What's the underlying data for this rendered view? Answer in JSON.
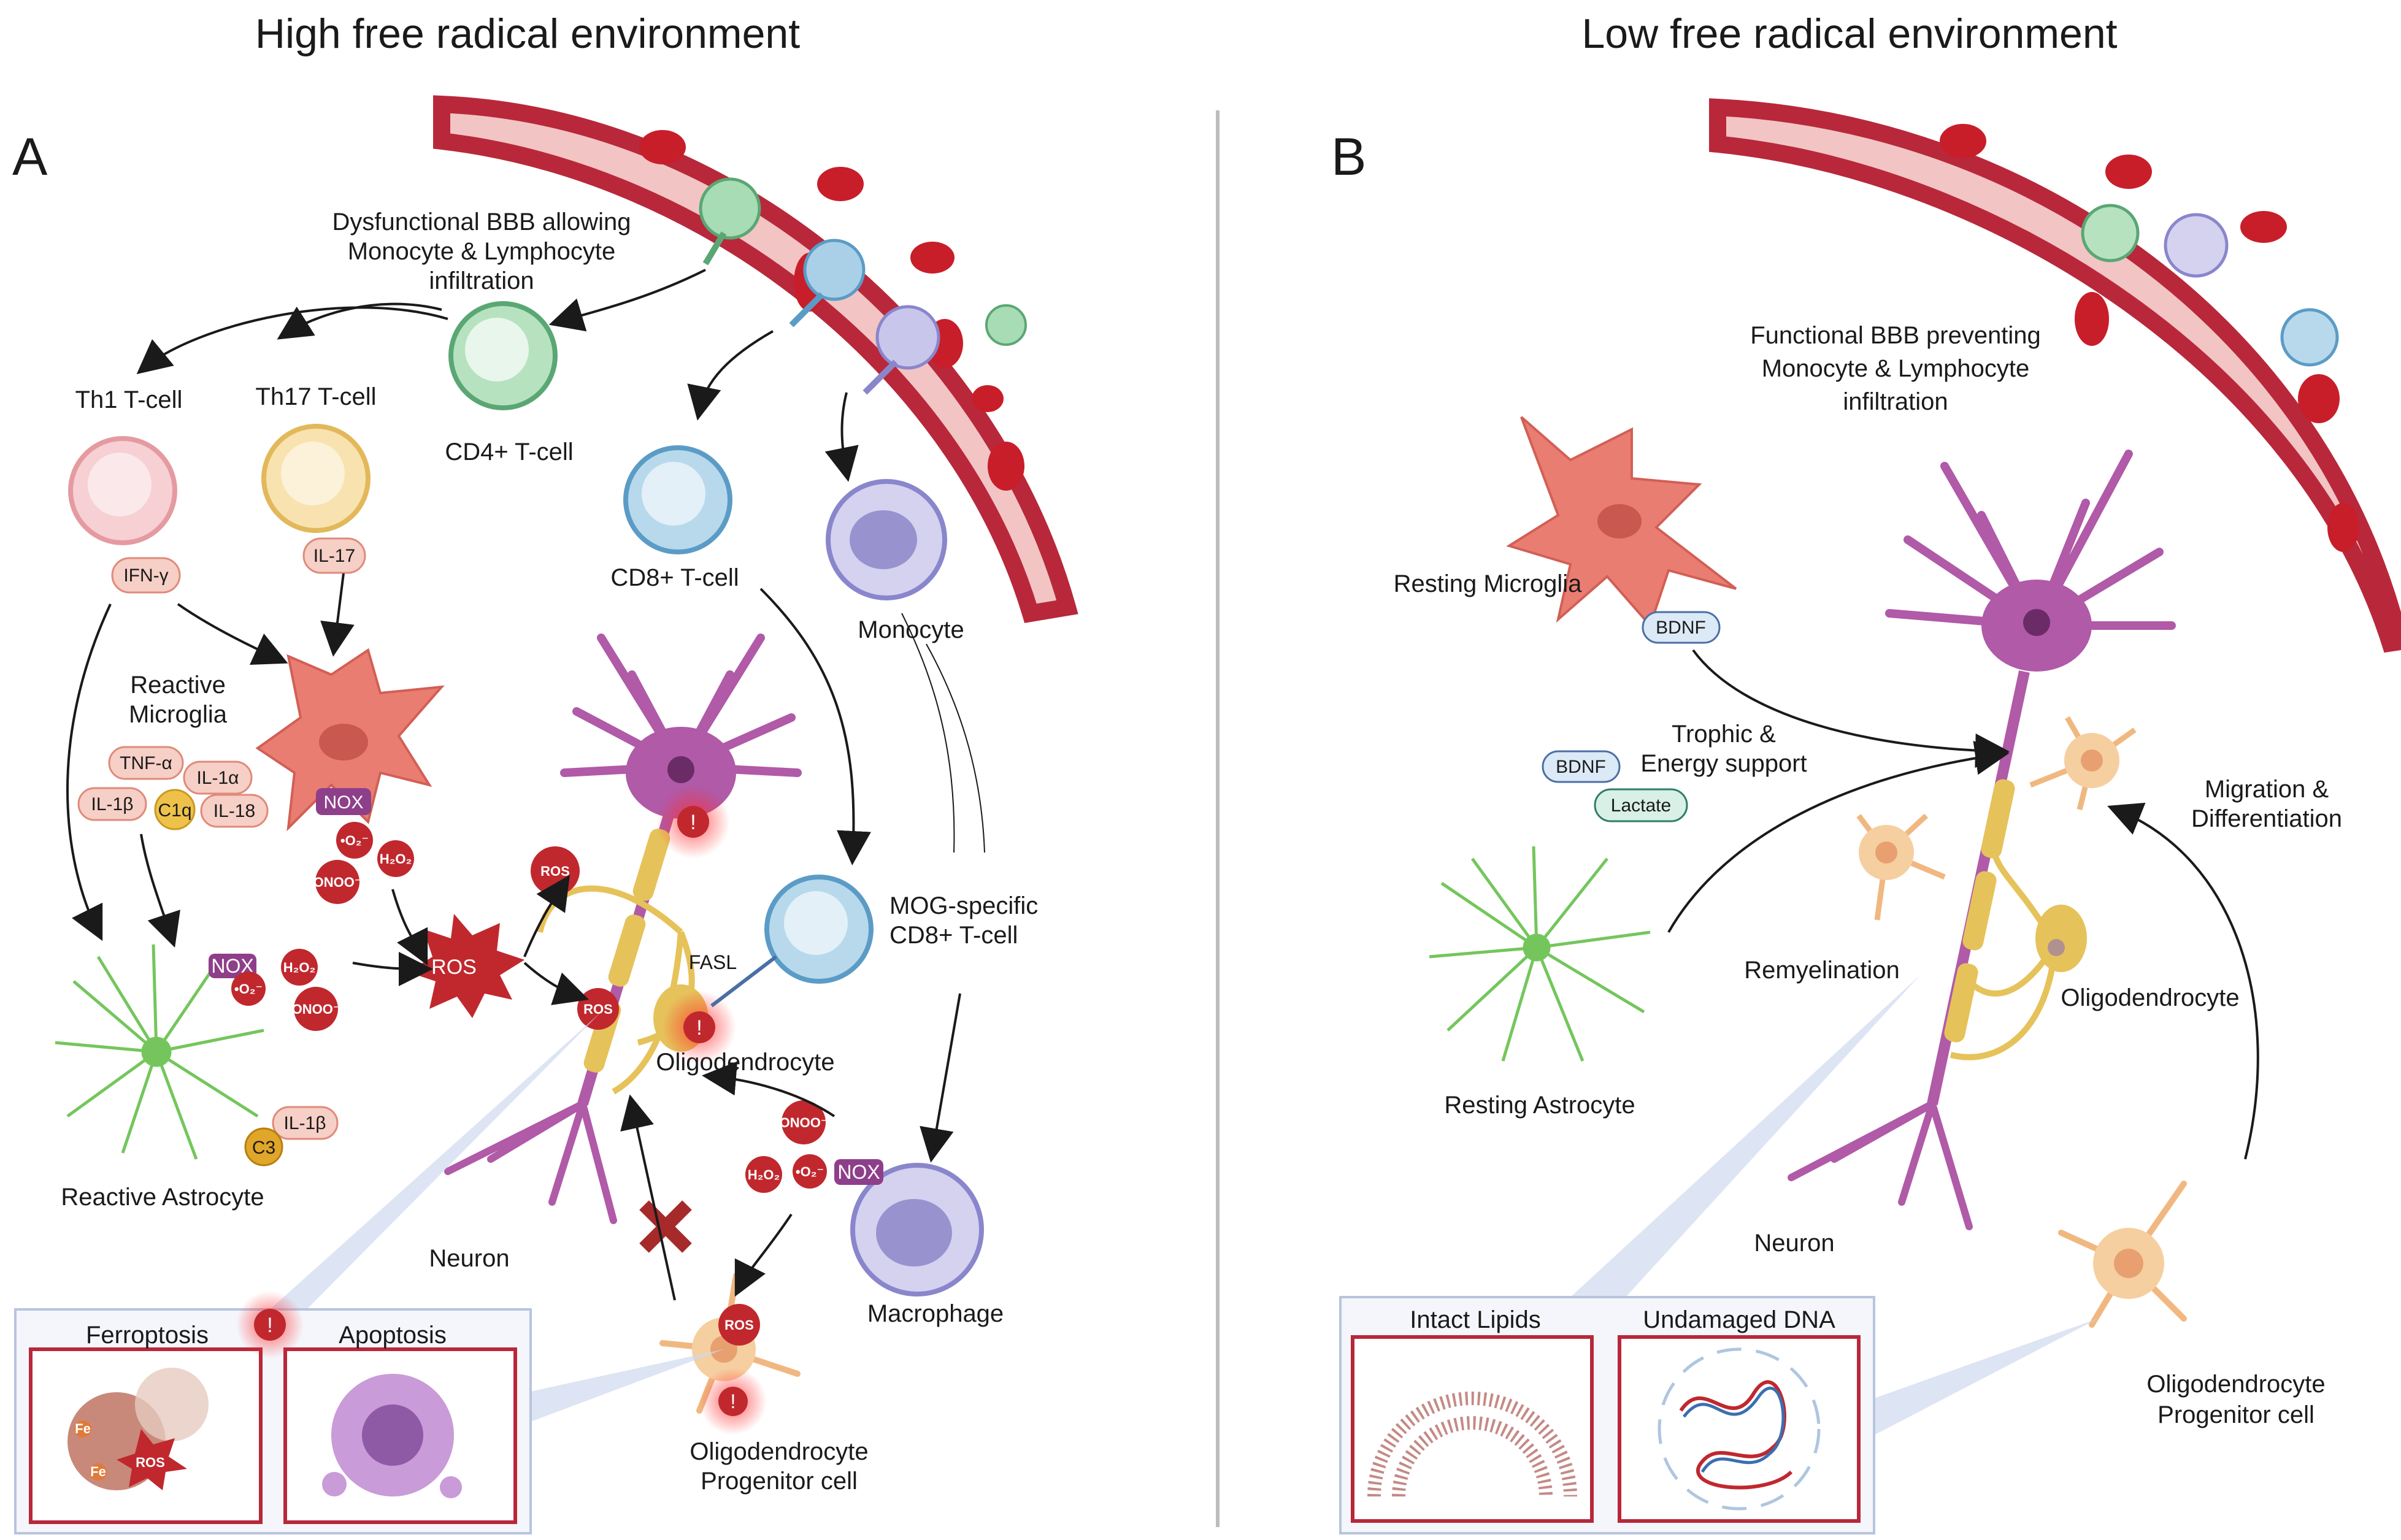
{
  "panel_a": {
    "title": "High free radical environment",
    "letter": "A",
    "bbb_label": [
      "Dysfunctional BBB allowing",
      "Monocyte & Lymphocyte",
      "infiltration"
    ],
    "cells": {
      "th1": "Th1 T-cell",
      "th17": "Th17 T-cell",
      "cd4": "CD4+ T-cell",
      "cd8": "CD8+ T-cell",
      "monocyte": "Monocyte",
      "microglia": [
        "Reactive",
        "Microglia"
      ],
      "astrocyte": "Reactive Astrocyte",
      "neuron": "Neuron",
      "oligodendrocyte": "Oligodendrocyte",
      "mog_cd8": [
        "MOG-specific",
        "CD8+ T-cell"
      ],
      "macrophage": "Macrophage",
      "opc": [
        "Oligodendrocyte",
        "Progenitor cell"
      ]
    },
    "cytokines": {
      "ifn": "IFN-γ",
      "il17": "IL-17",
      "tnf": "TNF-α",
      "il1a": "IL-1α",
      "il1b": "IL-1β",
      "c1q": "C1q",
      "il18": "IL-18",
      "il1b_astro": "IL-1β",
      "c3": "C3"
    },
    "species": {
      "nox": "NOX",
      "o2": "•O₂⁻",
      "h2o2": "H₂O₂",
      "onoo": "ONOO⁻",
      "ros": "ROS",
      "fasl": "FASL",
      "fe": "Fe",
      "alert": "!"
    },
    "inset": {
      "ferroptosis": "Ferroptosis",
      "apoptosis": "Apoptosis"
    }
  },
  "panel_b": {
    "title": "Low free radical environment",
    "letter": "B",
    "bbb_label": [
      "Functional BBB preventing",
      "Monocyte & Lymphocyte",
      "infiltration"
    ],
    "cells": {
      "microglia": "Resting Microglia",
      "astrocyte": "Resting Astrocyte",
      "neuron": "Neuron",
      "oligodendrocyte": "Oligodendrocyte",
      "opc": [
        "Oligodendrocyte",
        "Progenitor cell"
      ]
    },
    "factors": {
      "bdnf_microglia": "BDNF",
      "bdnf_astro": "BDNF",
      "lactate": "Lactate"
    },
    "annotations": {
      "trophic": [
        "Trophic &",
        "Energy support"
      ],
      "migration": [
        "Migration &",
        "Differentiation"
      ],
      "remyelination": "Remyelination"
    },
    "inset": {
      "lipids": "Intact Lipids",
      "dna": "Undamaged DNA"
    }
  },
  "colors": {
    "vessel_wall": "#b8283a",
    "vessel_lumen": "#f3c4c4",
    "rbc": "#c81e2a",
    "neuron": "#b05aa8",
    "myelin": "#e6c25a",
    "astrocyte": "#74c65c",
    "microglia": "#e8786e",
    "ros": "#c0282e",
    "inset_border": "#b8283a",
    "divider": "#bdbdbd"
  }
}
